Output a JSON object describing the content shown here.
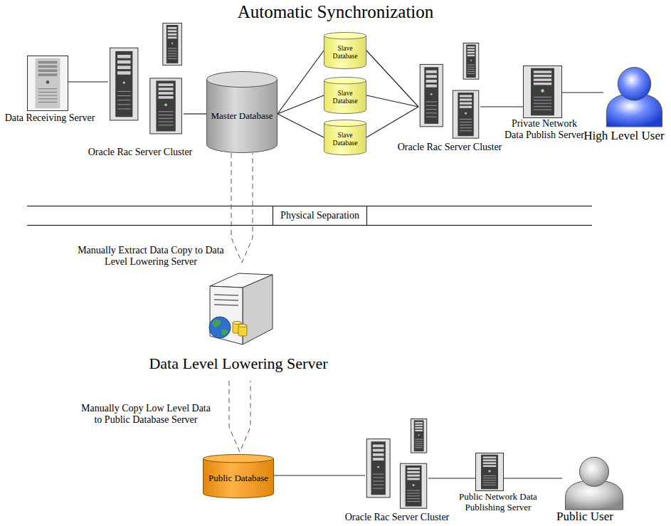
{
  "diagram": {
    "title": "Automatic Synchronization",
    "nodes": [
      {
        "text": [
          "Data Receiving Server"
        ]
      },
      {
        "text": [
          "Oracle Rac Server Cluster"
        ]
      },
      {
        "text": [
          "Master Database"
        ]
      },
      {
        "text": [
          "Slave Database"
        ]
      },
      {
        "text": [
          "Slave Database"
        ]
      },
      {
        "text": [
          "Slave Database"
        ]
      },
      {
        "text": [
          "Oracle Rac Server Cluster"
        ]
      },
      {
        "text": [
          "Private Network Data Publish Server"
        ]
      },
      {
        "text": [
          "High Level User"
        ]
      },
      {
        "text": [
          "Physical Separation"
        ]
      },
      {
        "text": [
          "Data Level Lowering Server"
        ]
      },
      {
        "text": [
          "Public Database"
        ]
      },
      {
        "text": [
          "Oracle Rac Server Cluster"
        ]
      },
      {
        "text": [
          "Public Network Data Publishing Server"
        ]
      },
      {
        "text": [
          "Public User"
        ]
      }
    ],
    "edges": [
      {
        "from": 0,
        "to": 1,
        "arrow": "none"
      },
      {
        "from": 1,
        "to": 2,
        "arrow": "none"
      },
      {
        "from": 2,
        "to": 3,
        "arrow": "none"
      },
      {
        "from": 2,
        "to": 4,
        "arrow": "none"
      },
      {
        "from": 2,
        "to": 5,
        "arrow": "none"
      },
      {
        "from": 3,
        "to": 6,
        "arrow": "none"
      },
      {
        "from": 4,
        "to": 6,
        "arrow": "none"
      },
      {
        "from": 5,
        "to": 6,
        "arrow": "none"
      },
      {
        "from": 6,
        "to": 7,
        "arrow": "none"
      },
      {
        "from": 7,
        "to": 8,
        "arrow": "none"
      },
      {
        "from": 2,
        "to": 10,
        "label": "Manually Extract Data Copy to Data Level Lowering Server",
        "arrow": "to"
      },
      {
        "from": 10,
        "to": 11,
        "label": "Manually Copy Low Level Data to Public Database Server",
        "arrow": "to"
      },
      {
        "from": 11,
        "to": 12,
        "arrow": "none"
      },
      {
        "from": 12,
        "to": 13,
        "arrow": "none"
      },
      {
        "from": 13,
        "to": 14,
        "arrow": "none"
      }
    ]
  }
}
